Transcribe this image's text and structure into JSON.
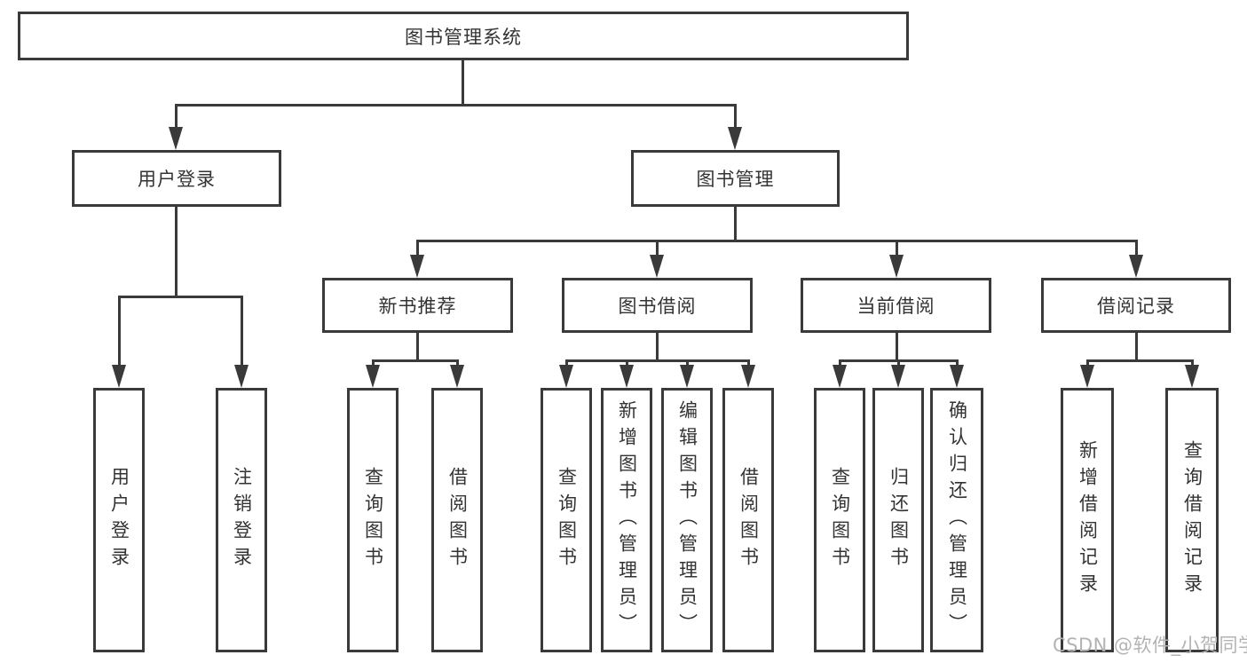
{
  "tree": {
    "root": {
      "label": "图书管理系统"
    },
    "branches": [
      {
        "label": "用户登录",
        "children": [
          {
            "label": "用户登录"
          },
          {
            "label": "注销登录"
          }
        ]
      },
      {
        "label": "图书管理",
        "sections": [
          {
            "label": "新书推荐",
            "children": [
              {
                "label": "查询图书"
              },
              {
                "label": "借阅图书"
              }
            ]
          },
          {
            "label": "图书借阅",
            "children": [
              {
                "label": "查询图书"
              },
              {
                "label": "新增图书（管理员）"
              },
              {
                "label": "编辑图书（管理员）"
              },
              {
                "label": "借阅图书"
              }
            ]
          },
          {
            "label": "当前借阅",
            "children": [
              {
                "label": "查询图书"
              },
              {
                "label": "归还图书"
              },
              {
                "label": "确认归还（管理员）"
              }
            ]
          },
          {
            "label": "借阅记录",
            "children": [
              {
                "label": "新增借阅记录"
              },
              {
                "label": "查询借阅记录"
              }
            ]
          }
        ]
      }
    ]
  },
  "watermark": {
    "text": "CSDN @软件_小贺同学"
  },
  "colors": {
    "line": "#3a3a3a",
    "text": "#333333",
    "background": "#ffffff",
    "watermark": "#b3b3b3"
  }
}
